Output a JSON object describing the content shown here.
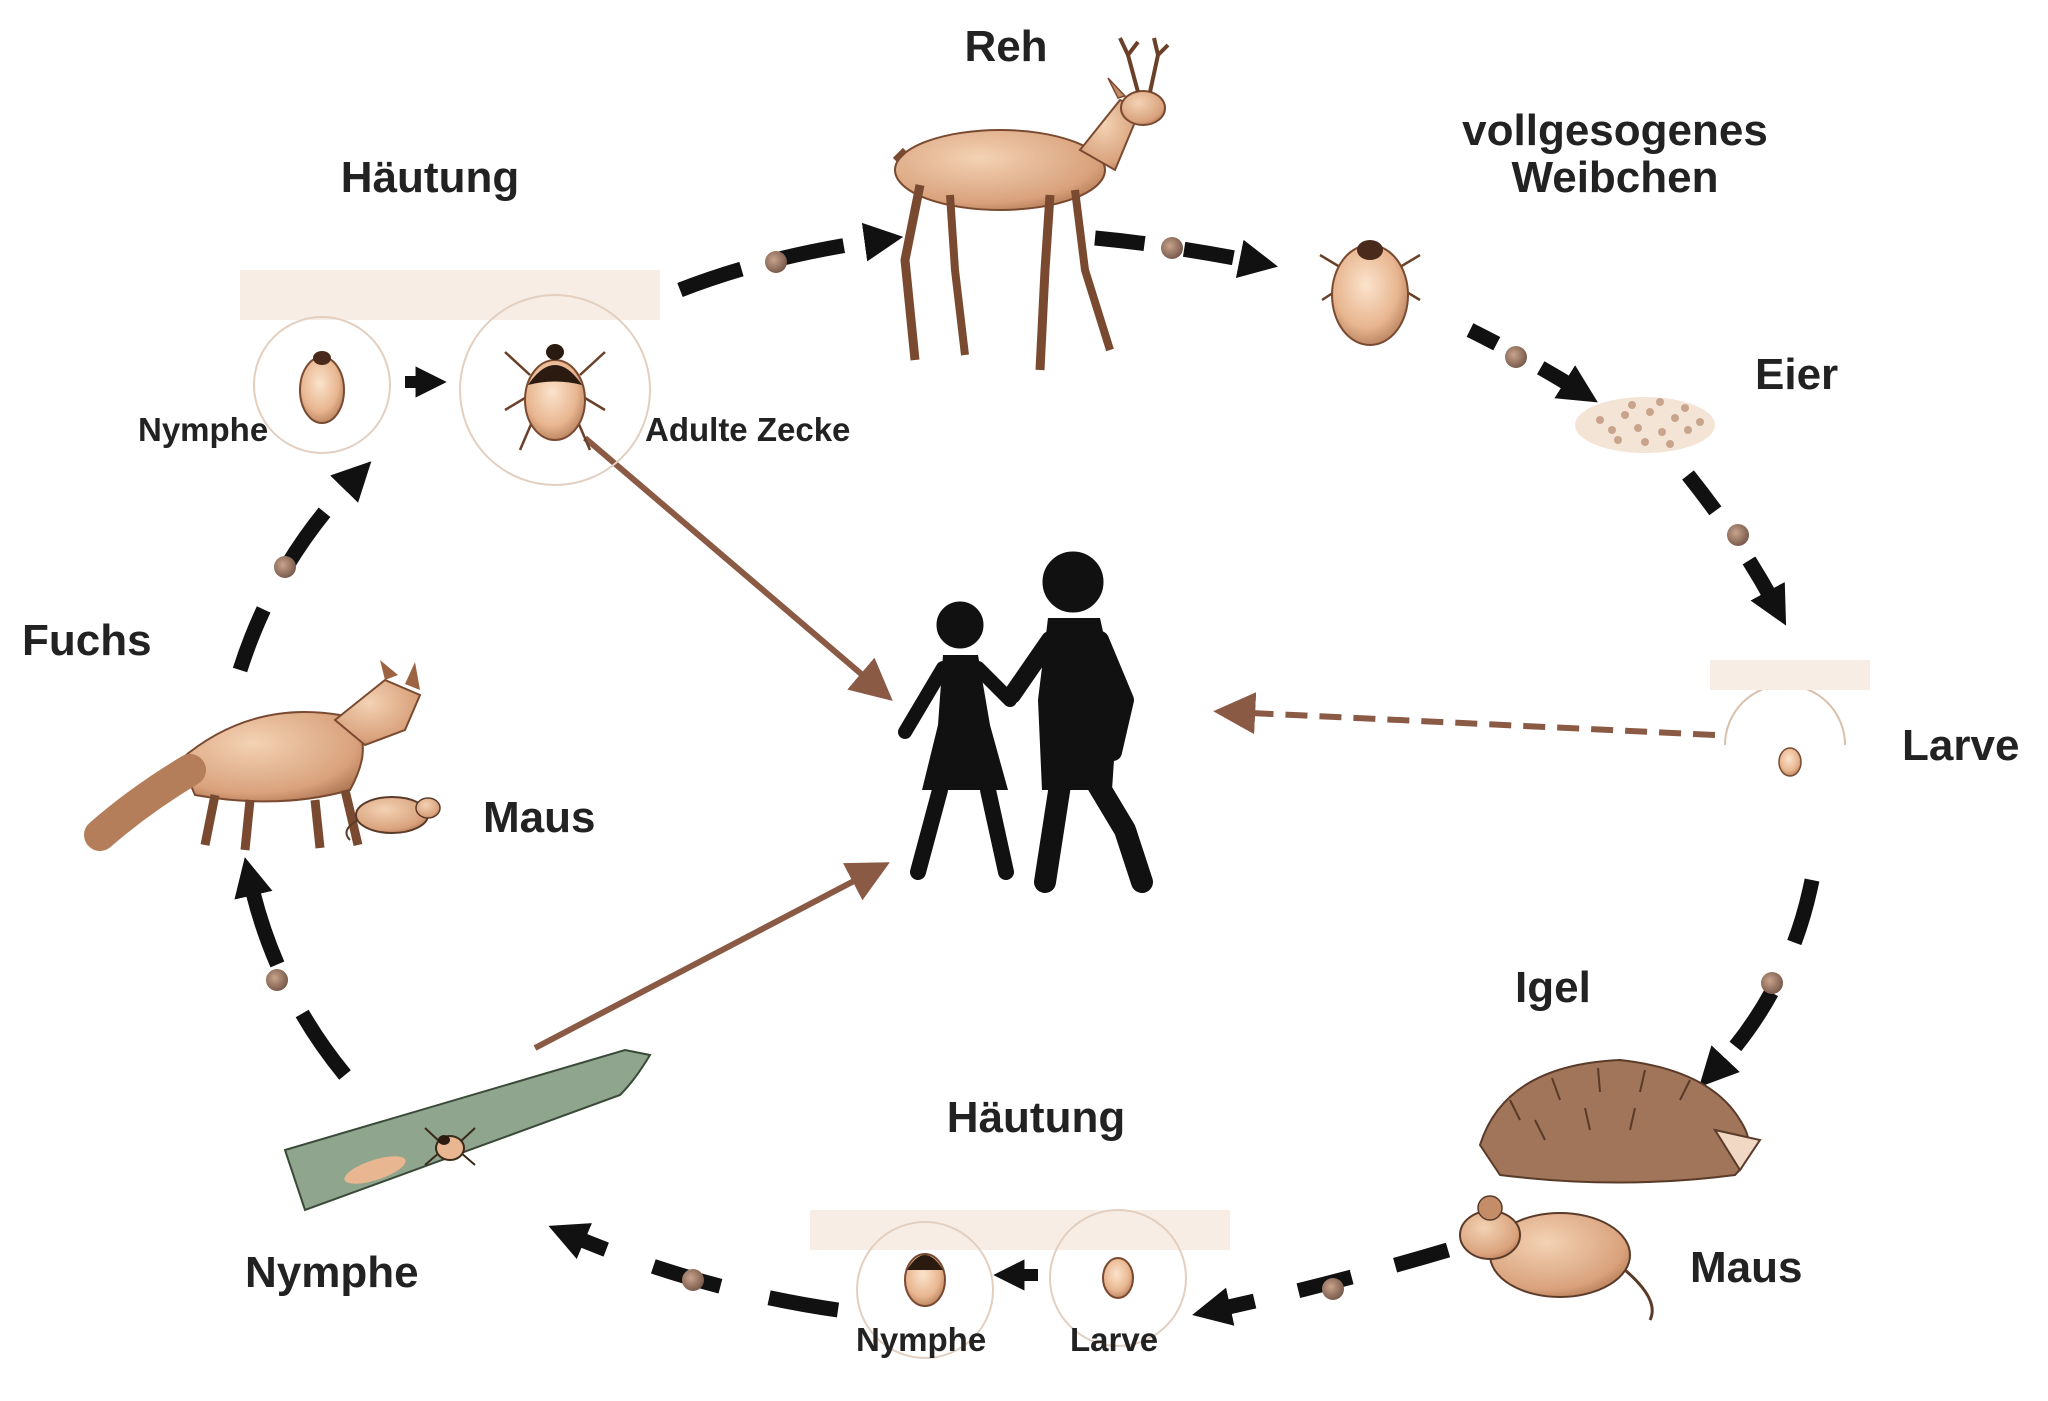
{
  "labels": {
    "reh": "Reh",
    "haeutung_top": "Häutung",
    "weibchen_line1": "vollgesogenes",
    "weibchen_line2": "Weibchen",
    "eier": "Eier",
    "nymphe_top": "Nymphe",
    "adulte_zecke": "Adulte Zecke",
    "fuchs": "Fuchs",
    "maus_left": "Maus",
    "larve_right": "Larve",
    "igel": "Igel",
    "haeutung_bottom": "Häutung",
    "maus_right": "Maus",
    "nymphe_grass": "Nymphe",
    "nymphe_bottom": "Nymphe",
    "larve_bottom": "Larve"
  },
  "colors": {
    "cycle_arrow": "#111111",
    "infection_arrow": "#8b5a45",
    "tick_body": "#e8b690",
    "animal_fur": "#d9a27c",
    "grass_blade": "#8fa58d",
    "human": "#111111"
  }
}
